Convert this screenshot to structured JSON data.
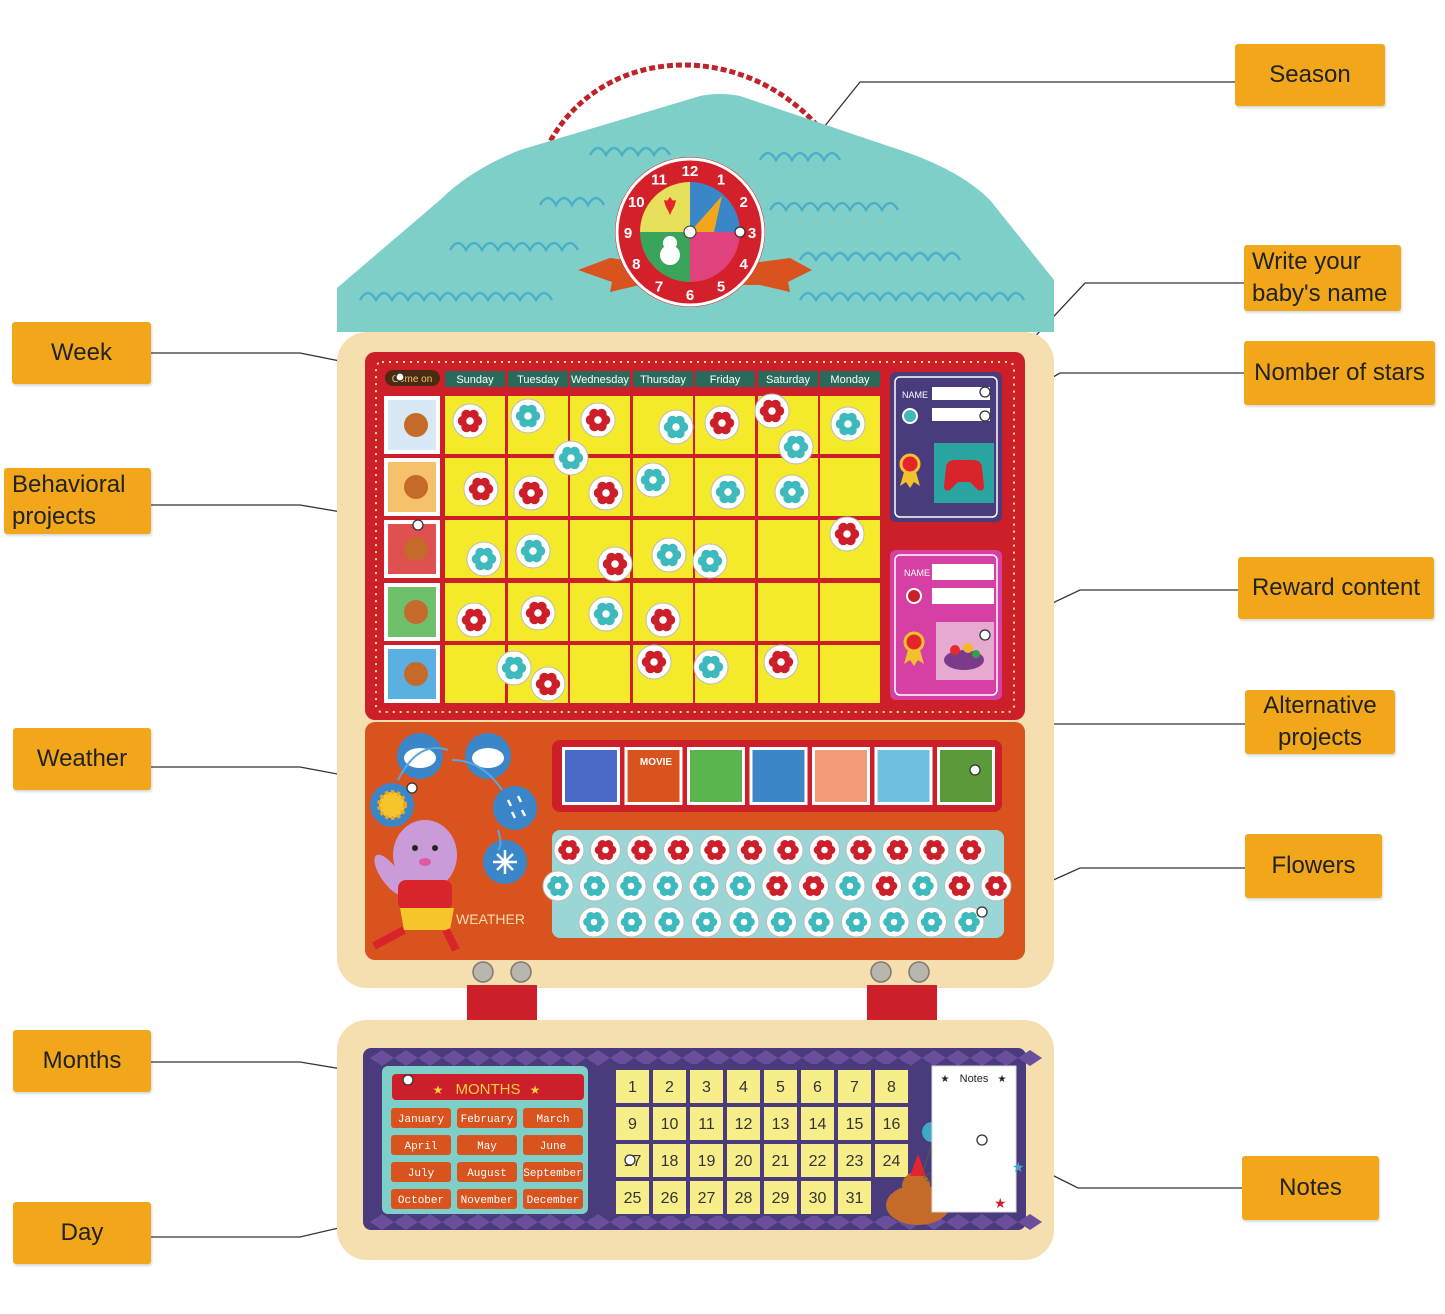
{
  "callouts": {
    "season": "Season",
    "name": "Write your baby's name",
    "stars": "Nomber of stars",
    "reward": "Reward content",
    "alternative": "Alternative projects",
    "flowers": "Flowers",
    "notes": "Notes",
    "week": "Week",
    "behavioral": "Behavioral projects",
    "weather": "Weather",
    "months": "Months",
    "day": "Day"
  },
  "board": {
    "come_on": "Come on",
    "days": [
      "Sunday",
      "Tuesday",
      "Wednesday",
      "Thursday",
      "Friday",
      "Saturday",
      "Monday"
    ],
    "clock_numbers": [
      "12",
      "1",
      "2",
      "3",
      "4",
      "5",
      "6",
      "7",
      "8",
      "9",
      "10",
      "11"
    ],
    "name_label": "NAME",
    "weather_label": "WEATHER",
    "movie_label": "MOVIE",
    "months_title": "MONTHS",
    "month_names": [
      "January",
      "February",
      "March",
      "April",
      "May",
      "June",
      "July",
      "August",
      "September",
      "October",
      "November",
      "December"
    ],
    "day_numbers": [
      "1",
      "2",
      "3",
      "4",
      "5",
      "6",
      "7",
      "8",
      "9",
      "10",
      "11",
      "12",
      "13",
      "14",
      "15",
      "16",
      "17",
      "18",
      "19",
      "20",
      "21",
      "22",
      "23",
      "24",
      "25",
      "26",
      "27",
      "28",
      "29",
      "30",
      "31"
    ],
    "notes_label": "Notes"
  },
  "colors": {
    "callout": "#f2a71b",
    "teal": "#7fcfc9",
    "red": "#cc1f2a",
    "yellow": "#f4ea2a",
    "cream": "#f6dfae",
    "orange": "#d9531e",
    "navy": "#4a3b7d",
    "magenta": "#d63fa3"
  }
}
